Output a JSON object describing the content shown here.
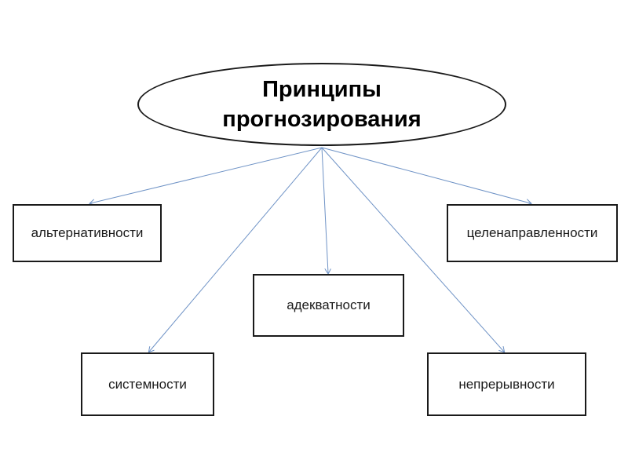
{
  "root": {
    "line1": "Принципы",
    "line2": "прогнозирования"
  },
  "nodes": [
    {
      "label": "альтернативности"
    },
    {
      "label": "целенаправленности"
    },
    {
      "label": "адекватности"
    },
    {
      "label": "системности"
    },
    {
      "label": "непрерывности"
    }
  ],
  "colors": {
    "connector": "#6f93c6",
    "border": "#1a1a1a",
    "text": "#1a1a1a"
  }
}
